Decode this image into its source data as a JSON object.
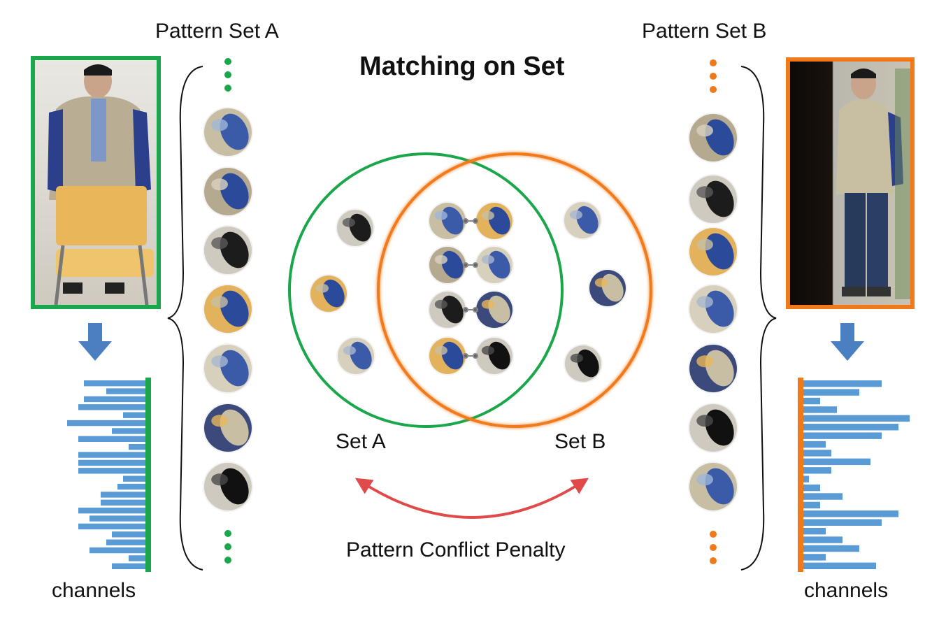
{
  "title": "Matching on Set",
  "pattern_set_a": "Pattern Set A",
  "pattern_set_b": "Pattern Set B",
  "set_a": "Set A",
  "set_b": "Set B",
  "penalty": "Pattern Conflict Penalty",
  "channels_left": "channels",
  "channels_right": "channels",
  "colors": {
    "set_a": "#1aa64a",
    "set_b": "#f07a1a",
    "bar": "#5b9bd5",
    "arrow_down": "#4a7fc1",
    "penalty_arrow": "#e04a4a"
  },
  "histogram_a": [
    0.55,
    0.35,
    0.55,
    0.6,
    0.2,
    0.7,
    0.3,
    0.6,
    0.15,
    0.6,
    0.6,
    0.6,
    0.2,
    0.25,
    0.4,
    0.4,
    0.6,
    0.5,
    0.6,
    0.3,
    0.35,
    0.5,
    0.15,
    0.3
  ],
  "histogram_b": [
    0.7,
    0.5,
    0.15,
    0.3,
    0.95,
    0.85,
    0.7,
    0.2,
    0.25,
    0.6,
    0.25,
    0.05,
    0.15,
    0.35,
    0.15,
    0.85,
    0.7,
    0.2,
    0.35,
    0.5,
    0.2,
    0.65
  ]
}
